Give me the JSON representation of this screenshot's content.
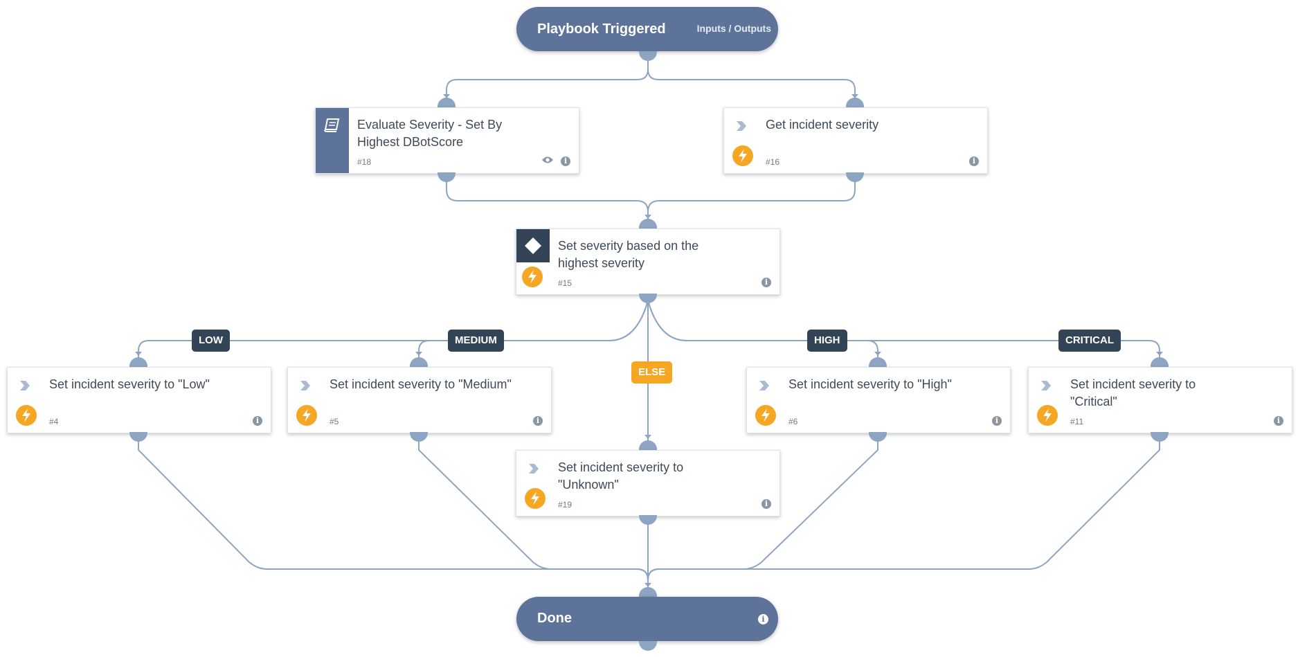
{
  "start": {
    "title": "Playbook Triggered",
    "link": "Inputs / Outputs"
  },
  "tasks": {
    "t18": {
      "title": "Evaluate Severity - Set By Highest DBotScore",
      "number": "#18"
    },
    "t16": {
      "title": "Get incident severity",
      "number": "#16"
    },
    "t15": {
      "title": "Set severity based on the highest severity",
      "number": "#15"
    },
    "t4": {
      "title": "Set incident severity to \"Low\"",
      "number": "#4"
    },
    "t5": {
      "title": "Set incident severity to \"Medium\"",
      "number": "#5"
    },
    "t6": {
      "title": "Set incident severity to \"High\"",
      "number": "#6"
    },
    "t11": {
      "title": "Set incident severity to \"Critical\"",
      "number": "#11"
    },
    "t19": {
      "title": "Set incident severity to \"Unknown\"",
      "number": "#19"
    }
  },
  "branches": {
    "low": "LOW",
    "medium": "MEDIUM",
    "high": "HIGH",
    "critical": "CRITICAL",
    "else": "ELSE"
  },
  "end": {
    "title": "Done"
  },
  "icons": {
    "playbook": "book-icon",
    "condition": "diamond-icon",
    "task_type": "chevron-right-icon",
    "automation": "lightning-icon",
    "info": "info-icon",
    "view": "eye-icon"
  },
  "colors": {
    "node": "#5e7399",
    "wire": "#8da4c2",
    "label": "#344457",
    "automation": "#f5a623",
    "else_label": "#f5a623"
  }
}
